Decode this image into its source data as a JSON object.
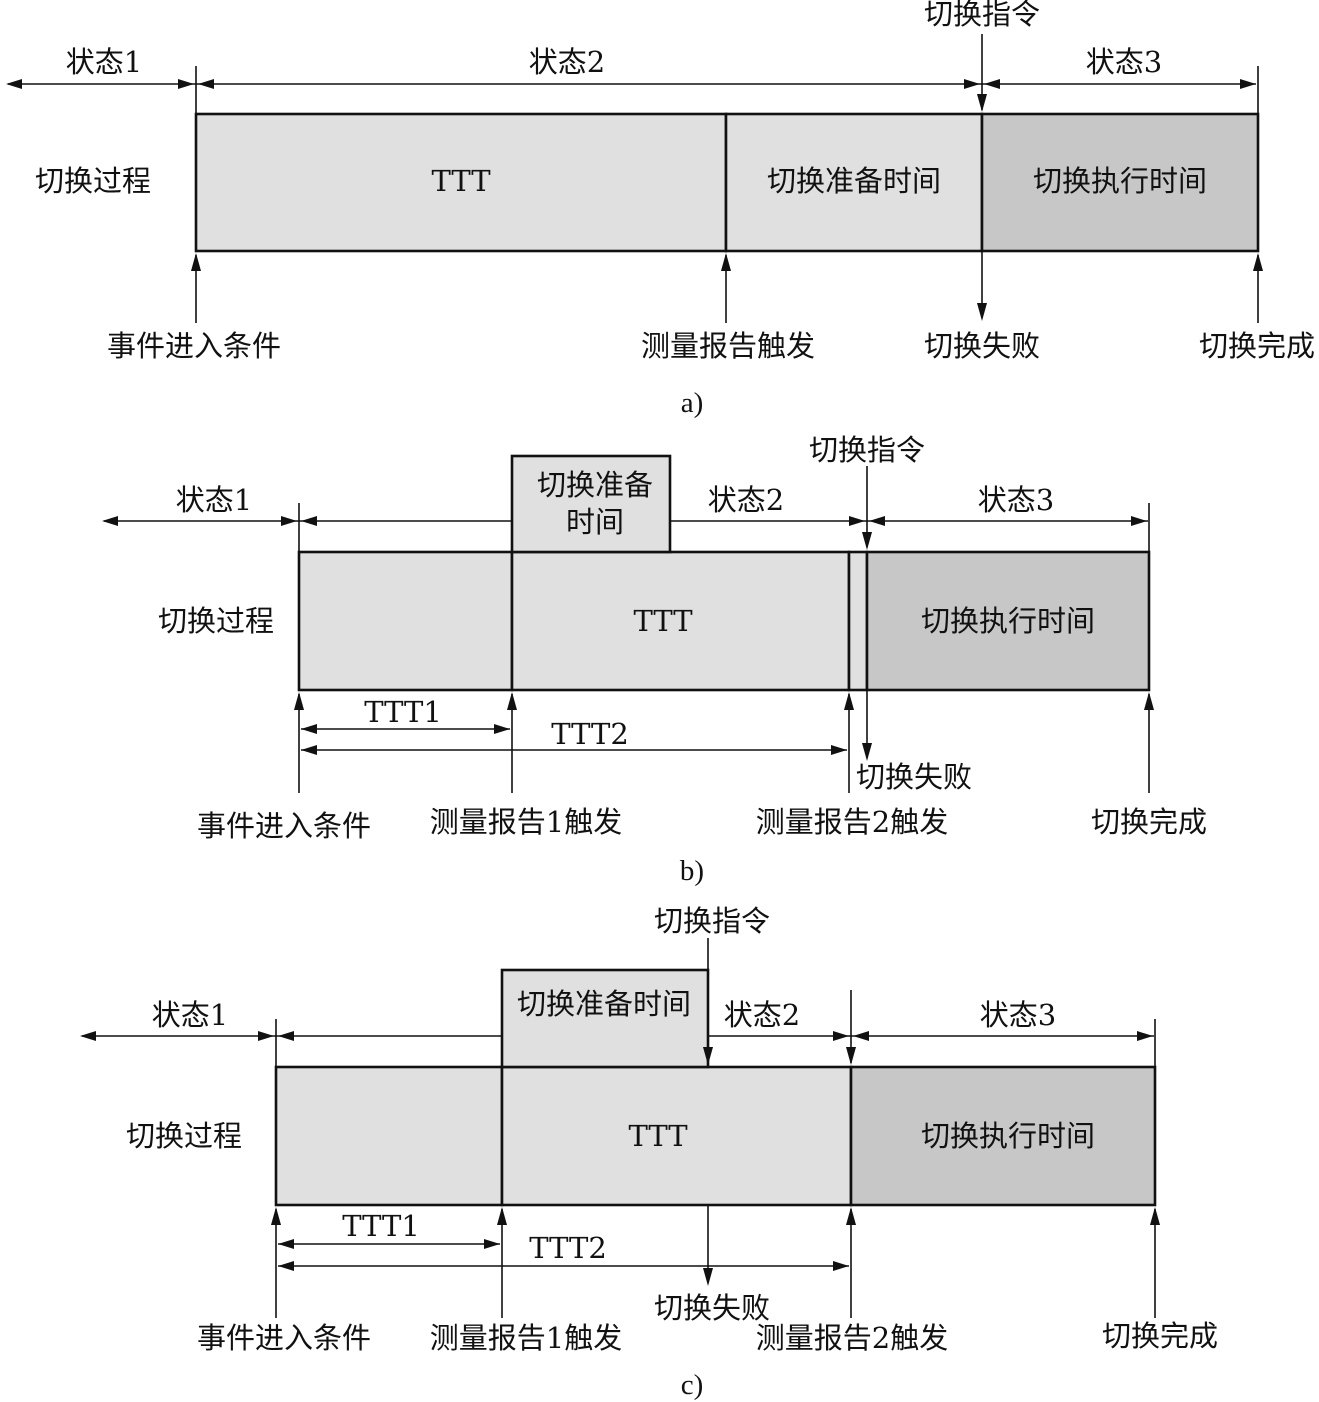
{
  "colors": {
    "light_fill": "#e0e0e0",
    "dark_fill": "#c7c7c7",
    "line": "#111111"
  },
  "panels": {
    "a": {
      "caption": "a)",
      "process": "切换过程",
      "state1": "状态1",
      "state2": "状态2",
      "state3": "状态3",
      "ttt": "TTT",
      "prep": "切换准备时间",
      "exec": "切换执行时间",
      "command": "切换指令",
      "event": "事件进入条件",
      "report": "测量报告触发",
      "fail": "切换失败",
      "complete": "切换完成"
    },
    "b": {
      "caption": "b)",
      "process": "切换过程",
      "state1": "状态1",
      "state2": "状态2",
      "state3": "状态3",
      "ttt": "TTT",
      "ttt1": "TTT1",
      "ttt2": "TTT2",
      "prep_line1": "切换准备",
      "prep_line2": "时间",
      "exec": "切换执行时间",
      "command": "切换指令",
      "event": "事件进入条件",
      "report1": "测量报告1触发",
      "report2": "测量报告2触发",
      "fail": "切换失败",
      "complete": "切换完成"
    },
    "c": {
      "caption": "c)",
      "process": "切换过程",
      "state1": "状态1",
      "state2": "状态2",
      "state3": "状态3",
      "ttt": "TTT",
      "ttt1": "TTT1",
      "ttt2": "TTT2",
      "prep": "切换准备时间",
      "exec": "切换执行时间",
      "command": "切换指令",
      "event": "事件进入条件",
      "report1": "测量报告1触发",
      "report2": "测量报告2触发",
      "fail": "切换失败",
      "complete": "切换完成"
    }
  }
}
